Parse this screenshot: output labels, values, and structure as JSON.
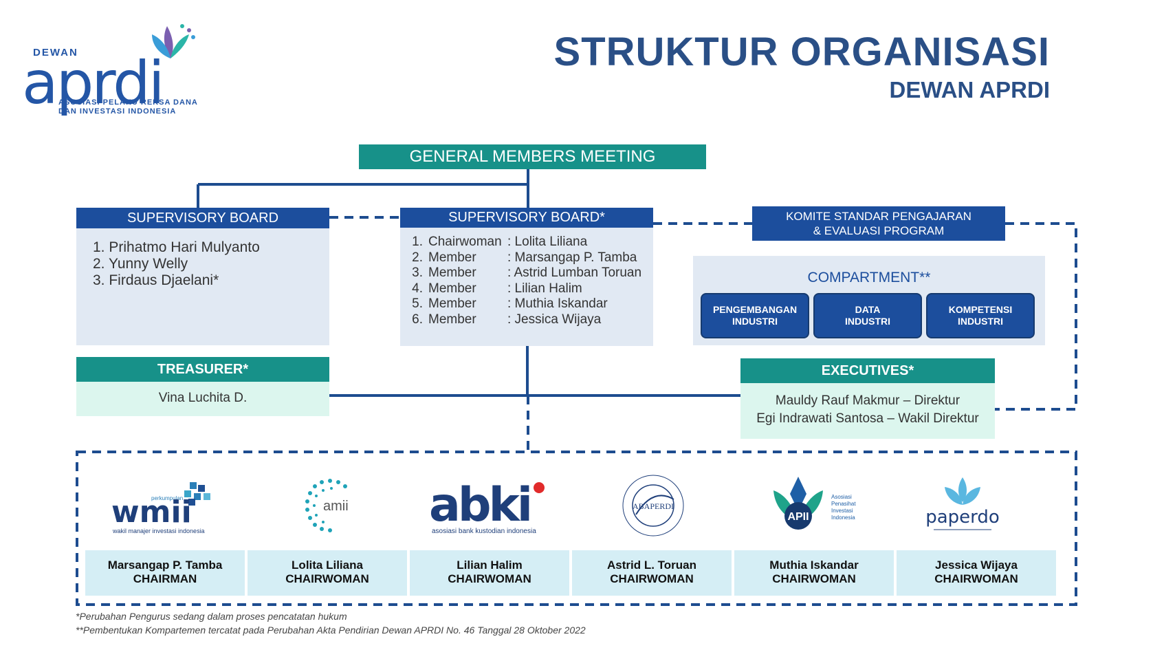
{
  "logo": {
    "dewan": "DEWAN",
    "wordmark": "aprdi",
    "sub_line1": "ASOSIASI PELAKU REKSA DANA",
    "sub_line2": "DAN INVESTASI INDONESIA"
  },
  "title": "STRUKTUR ORGANISASI",
  "subtitle": "DEWAN APRDI",
  "general_members_meeting": "GENERAL MEMBERS MEETING",
  "supervisory_board_left": {
    "title": "SUPERVISORY BOARD",
    "members": [
      "1.  Prihatmo Hari Mulyanto",
      "2. Yunny Welly",
      "3. Firdaus Djaelani*"
    ]
  },
  "supervisory_board_right": {
    "title": "SUPERVISORY BOARD*",
    "members": [
      {
        "num": "1.",
        "role": "Chairwoman",
        "name": ": Lolita Liliana"
      },
      {
        "num": "2.",
        "role": "Member",
        "name": ": Marsangap P. Tamba"
      },
      {
        "num": "3.",
        "role": "Member",
        "name": ": Astrid Lumban Toruan"
      },
      {
        "num": "4.",
        "role": "Member",
        "name": ": Lilian Halim"
      },
      {
        "num": "5.",
        "role": "Member",
        "name": ": Muthia Iskandar"
      },
      {
        "num": "6.",
        "role": "Member",
        "name": ": Jessica Wijaya"
      }
    ]
  },
  "komite": {
    "line1": "KOMITE STANDAR PENGAJARAN",
    "line2": "& EVALUASI PROGRAM"
  },
  "compartment": {
    "title": "COMPARTMENT**",
    "items": [
      {
        "line1": "PENGEMBANGAN",
        "line2": "INDUSTRI"
      },
      {
        "line1": "DATA",
        "line2": "INDUSTRI"
      },
      {
        "line1": "KOMPETENSI",
        "line2": "INDUSTRI"
      }
    ]
  },
  "treasurer": {
    "title": "TREASURER*",
    "name": "Vina Luchita D."
  },
  "executives": {
    "title": "EXECUTIVES*",
    "line1": "Mauldy Rauf Makmur – Direktur",
    "line2": "Egi Indrawati Santosa – Wakil Direktur"
  },
  "organizations": [
    {
      "logo": "wmii",
      "logo_sub": "wakil manajer investasi indonesia",
      "logo_tag": "perkumpulan",
      "name": "Marsangap P. Tamba",
      "role": "CHAIRMAN"
    },
    {
      "logo": "amii",
      "name": "Lolita Liliana",
      "role": "CHAIRWOMAN"
    },
    {
      "logo": "abki",
      "logo_sub": "asosiasi bank kustodian indonesia",
      "name": "Lilian Halim",
      "role": "CHAIRWOMAN"
    },
    {
      "logo": "ABAPERDI",
      "name": "Astrid L. Toruan",
      "role": "CHAIRWOMAN"
    },
    {
      "logo": "APII",
      "logo_sub": "Asosiasi Penasihat Investasi Indonesia",
      "name": "Muthia Iskandar",
      "role": "CHAIRWOMAN"
    },
    {
      "logo": "paperdo",
      "name": "Jessica Wijaya",
      "role": "CHAIRWOMAN"
    }
  ],
  "footnotes": [
    "*Perubahan Pengurus sedang dalam proses pencatatan hukum",
    "**Pembentukan Kompartemen tercatat pada Perubahan Akta Pendirian Dewan APRDI No. 46 Tanggal 28 Oktober 2022"
  ],
  "colors": {
    "navy": "#1c4e9d",
    "teal": "#179189",
    "title": "#2a4f86",
    "light_blue": "#e1e9f3",
    "mint": "#dcf6ee",
    "card": "#d5eef5"
  }
}
